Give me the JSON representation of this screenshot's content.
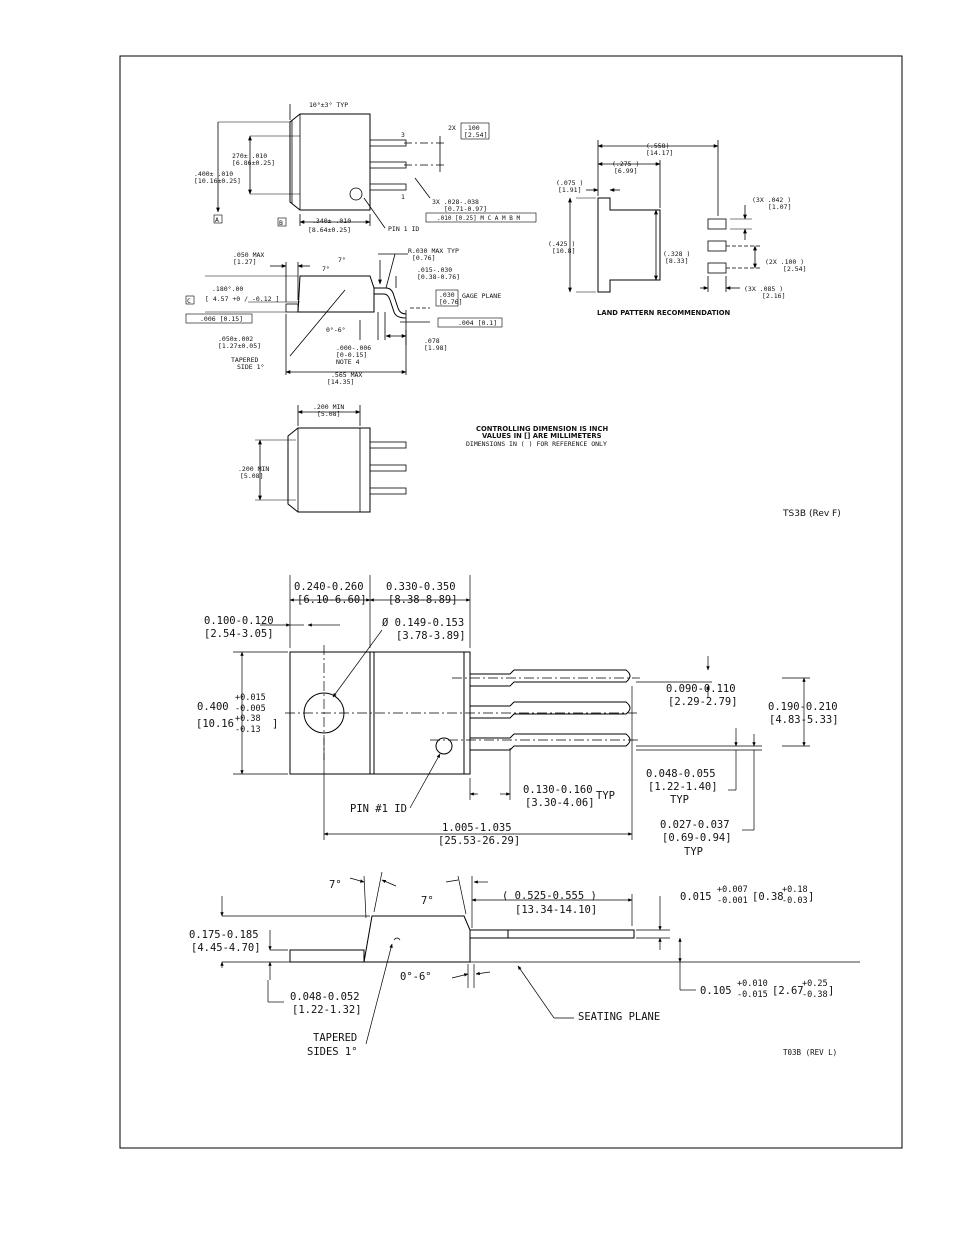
{
  "ts3b": {
    "top_view": {
      "angle_top": "10°±3° TYP",
      "dim_270": [
        "270± .010",
        "[6.86±0.25]"
      ],
      "dim_400": [
        ".400± .010",
        "[10.16±0.25]"
      ],
      "datum_a": "A",
      "datum_b": "B",
      "dim_340": [
        ".340± .010",
        "[8.64±0.25]"
      ],
      "pin1": "PIN 1 ID",
      "pin3_num": "3",
      "pin1_num": "1",
      "pitch_2x": "2X",
      "pitch_vals": [
        ".100",
        "[2.54]"
      ],
      "lead_3x": [
        "3X .028-.038",
        "[0.71-0.97]"
      ],
      "fcf": ".010 [0.25] M C A M B M"
    },
    "side_view": {
      "d050": [
        ".050  MAX",
        "[1.27]"
      ],
      "ang7a": "7°",
      "ang7b": "7°",
      "radius": [
        "R.030  MAX TYP",
        "[0.76]"
      ],
      "lead_t": [
        ".015-.030",
        "[0.38-0.76]"
      ],
      "gage": [
        ".030",
        "[0.76]"
      ],
      "gage_label": "GAGE PLANE",
      "height": [
        ".180°.00",
        "[ 4.57 +0 / -0.12 ]"
      ],
      "datum_c": "C",
      "flat": ".006 [0.15]",
      "prof": ".004 [0.1]",
      "ang06": "0°-6°",
      "d050b": [
        ".050±.002",
        "[1.27±0.05]"
      ],
      "standoff": [
        ".000-.006",
        "[0-0.15]",
        "NOTE 4"
      ],
      "d078": [
        ".078",
        "[1.98]"
      ],
      "tapered": [
        "TAPERED",
        "SIDE 1°"
      ],
      "d565": [
        ".565  MAX",
        "[14.35]"
      ]
    },
    "land": {
      "d558": [
        "(.558)",
        "[14.17]"
      ],
      "d275": [
        "(.275   )",
        "[6.99]"
      ],
      "d075": [
        "(.075   )",
        "[1.91]"
      ],
      "d425": [
        "(.425   )",
        "[10.8]"
      ],
      "d328": [
        "(.328   )",
        "[8.33]"
      ],
      "d042": [
        "(3X .042   )",
        "[1.07]"
      ],
      "d100": [
        "(2X .100   )",
        "[2.54]"
      ],
      "d085": [
        "(3X .085   )",
        "[2.16]"
      ],
      "title": "LAND PATTERN RECOMMENDATION"
    },
    "bottom_view": {
      "d200a": [
        ".200 MIN",
        "[5.08]"
      ],
      "d200b": [
        ".200 MIN",
        "[5.08]"
      ]
    },
    "notes": {
      "line1": "CONTROLLING DIMENSION IS INCH",
      "line2": "VALUES IN [] ARE MILLIMETERS",
      "line3": "DIMENSIONS IN ( ) FOR REFERENCE ONLY"
    },
    "rev": "TS3B (Rev F)"
  },
  "to3b": {
    "top": {
      "d240": [
        "0.240-0.260",
        "[6.10-6.60]"
      ],
      "d330": [
        "0.330-0.350",
        "[8.38-8.89]"
      ],
      "d100": [
        "0.100-0.120",
        "[2.54-3.05]"
      ],
      "hole": [
        "Ø 0.149-0.153",
        "[3.78-3.89]"
      ],
      "d400_main": "0.400",
      "d400_tol": [
        "+0.015",
        "-0.005"
      ],
      "d400_mm": "[10.16",
      "d400_mm_tol": [
        "+0.38",
        "-0.13"
      ],
      "d400_close": "]",
      "d090": [
        "0.090-0.110",
        "[2.29-2.79]"
      ],
      "d190": [
        "0.190-0.210",
        "[4.83-5.33]"
      ],
      "d048": [
        "0.048-0.055",
        "[1.22-1.40]",
        "TYP"
      ],
      "d130": [
        "0.130-0.160",
        "[3.30-4.06]"
      ],
      "d130_typ": "TYP",
      "pin1": "PIN #1 ID",
      "d1005": [
        "1.005-1.035",
        "[25.53-26.29]"
      ],
      "d027": [
        "0.027-0.037",
        "[0.69-0.94]",
        "TYP"
      ]
    },
    "side": {
      "ang7a": "7°",
      "ang7b": "7°",
      "d525": [
        "(  0.525-0.555  )",
        "[13.34-14.10]"
      ],
      "d015_main": "0.015",
      "d015_tol": [
        "+0.007",
        "-0.001"
      ],
      "d015_mm": "[0.38",
      "d015_mm_tol": [
        "+0.18",
        "-0.03"
      ],
      "d015_close": "]",
      "d175": [
        "0.175-0.185",
        "[4.45-4.70]"
      ],
      "ang06": "0°-6°",
      "d105_main": "0.105",
      "d105_tol": [
        "+0.010",
        "-0.015"
      ],
      "d105_mm": "[2.67",
      "d105_mm_tol": [
        "+0.25",
        "-0.38"
      ],
      "d105_close": "]",
      "d048": [
        "0.048-0.052",
        "[1.22-1.32]"
      ],
      "seating": "SEATING PLANE",
      "tapered": [
        "TAPERED",
        "SIDES 1°"
      ]
    },
    "rev": "T03B (REV L)"
  }
}
